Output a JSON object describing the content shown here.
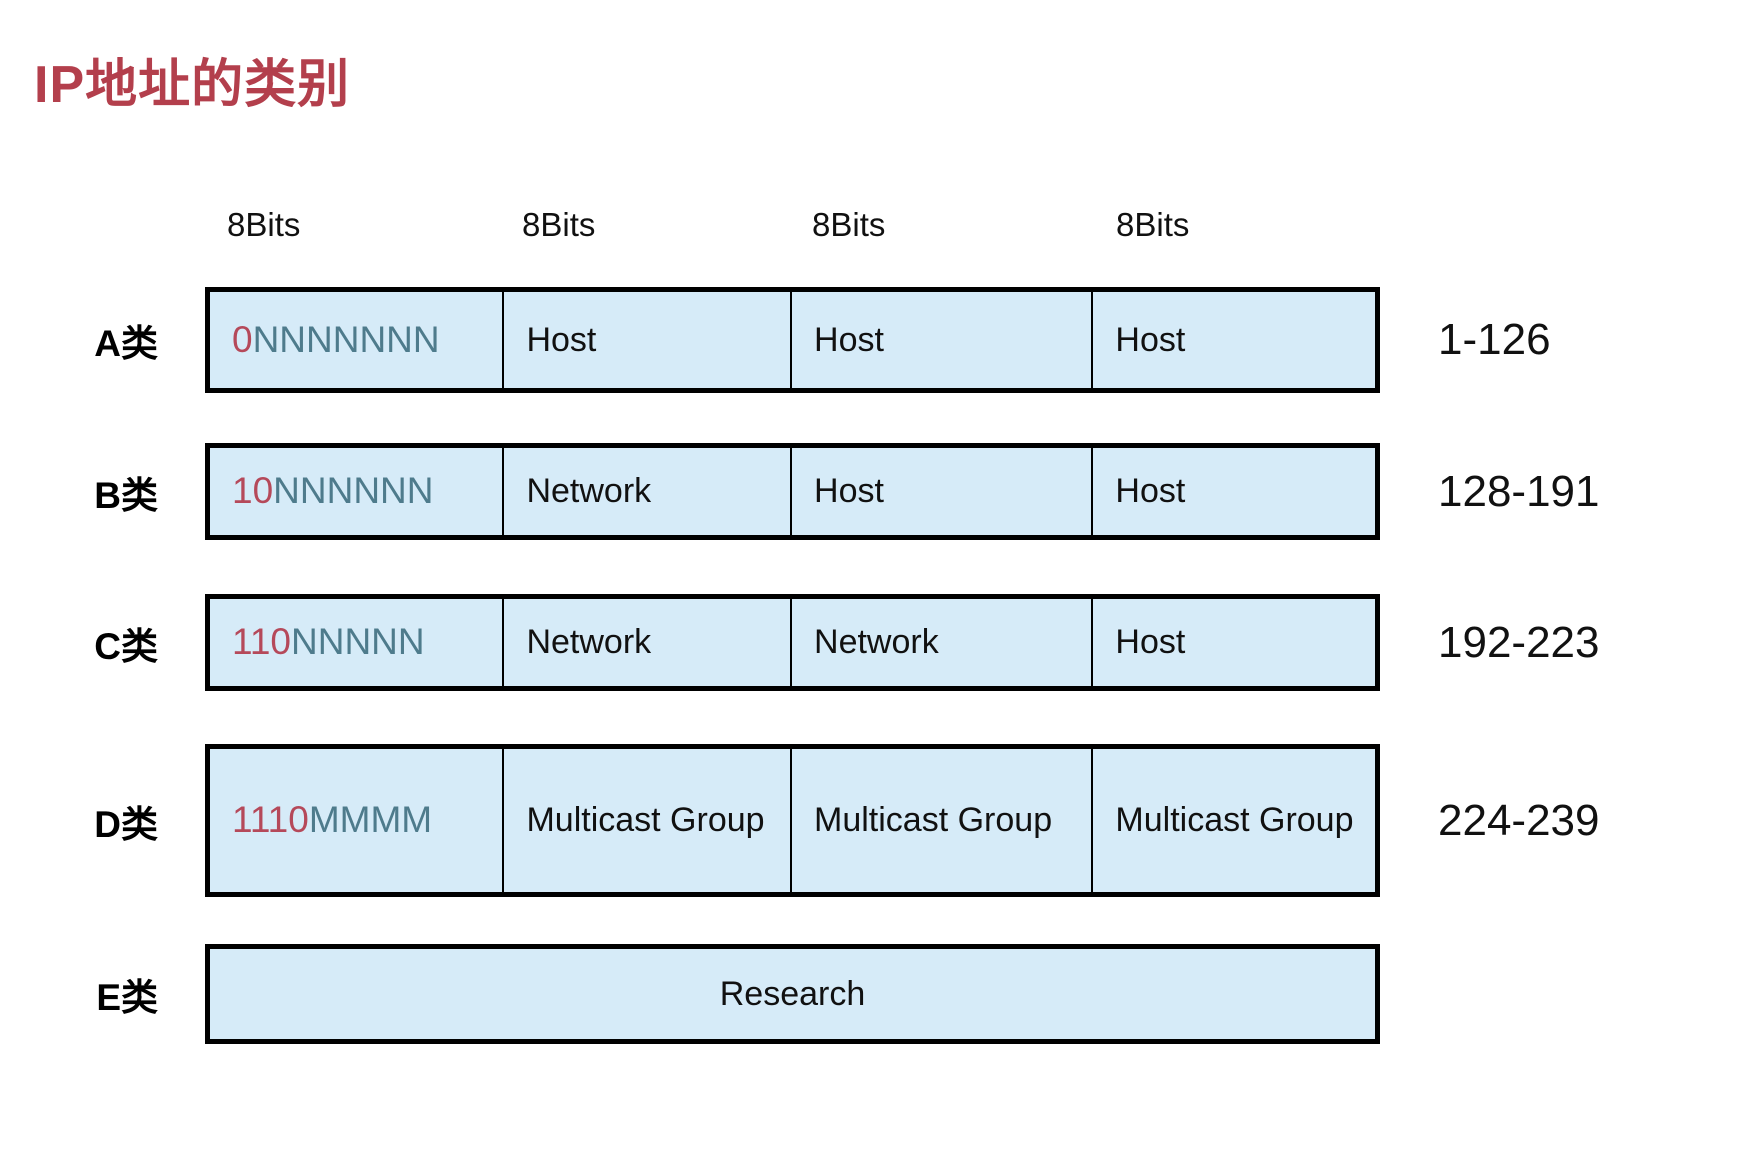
{
  "title": "IP地址的类别",
  "header": {
    "bits_labels": [
      "8Bits",
      "8Bits",
      "8Bits",
      "8Bits"
    ]
  },
  "rows": [
    {
      "label": "A类",
      "bits_prefix": "0",
      "bits_suffix": "NNNNNNN",
      "cell2": "Host",
      "cell3": "Host",
      "cell4": "Host",
      "range": "1-126"
    },
    {
      "label": "B类",
      "bits_prefix": "10",
      "bits_suffix": "NNNNNN",
      "cell2": "Network",
      "cell3": "Host",
      "cell4": "Host",
      "range": "128-191"
    },
    {
      "label": "C类",
      "bits_prefix": "110",
      "bits_suffix": "NNNNN",
      "cell2": "Network",
      "cell3": "Network",
      "cell4": "Host",
      "range": "192-223"
    },
    {
      "label": "D类",
      "bits_prefix": "1110",
      "bits_suffix": "MMMM",
      "cell2": "Multicast Group",
      "cell3": "Multicast Group",
      "cell4": "Multicast Group",
      "range": "224-239"
    },
    {
      "label": "E类",
      "cell_full": "Research"
    }
  ],
  "colors": {
    "title_red": "#b33f4c",
    "bits_prefix_red": "#b5495a",
    "bits_suffix_teal": "#4e7b8c",
    "cell_background": "#d6ebf8",
    "border_black": "#000000"
  }
}
